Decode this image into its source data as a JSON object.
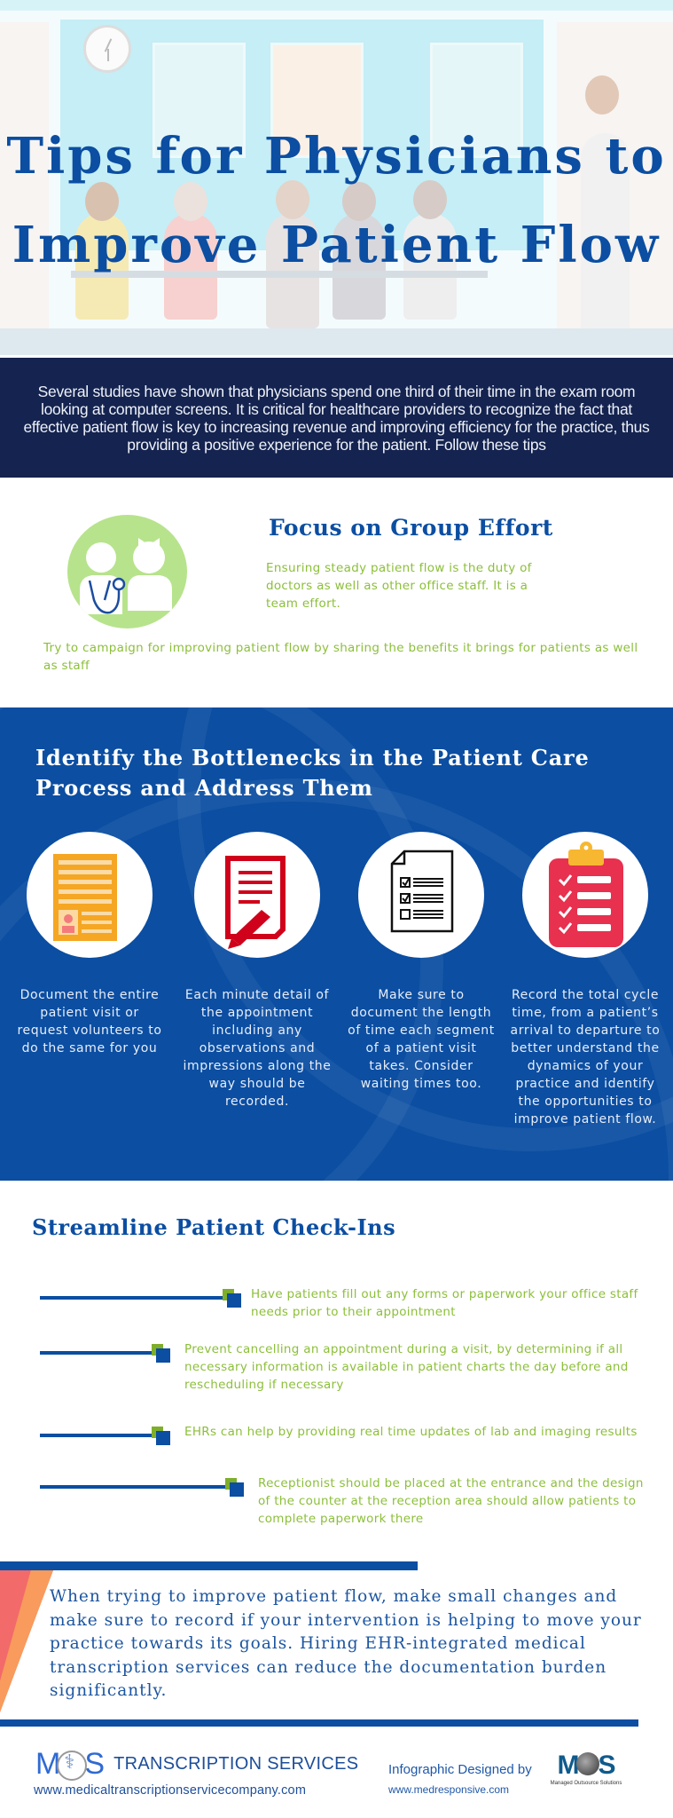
{
  "hero": {
    "title_line1": "Tips for Physicians to",
    "title_line2": "Improve Patient Flow"
  },
  "intro": {
    "text": "Several studies have shown that physicians spend one third of their time in the exam room looking at computer screens. It is critical for healthcare providers to recognize the fact that effective patient flow is key to increasing revenue and improving efficiency for the practice, thus providing a positive experience for the patient. Follow these tips"
  },
  "group_effort": {
    "icon": "doctor-patient-stethoscope-icon",
    "title": "Focus on Group Effort",
    "description": "Ensuring steady patient flow is the duty of doctors as well as other office staff. It is a team effort.",
    "campaign": "Try to campaign for improving patient flow by sharing the benefits it brings for patients as well as staff"
  },
  "bottlenecks": {
    "title": "Identify the Bottlenecks in the Patient Care Process and Address Them",
    "items": [
      {
        "icon": "patient-record-document-icon",
        "text": "Document the entire patient visit or request volunteers to do the same for you"
      },
      {
        "icon": "document-pencil-icon",
        "text": "Each minute detail of the appointment including any observations and impressions along the way should be recorded."
      },
      {
        "icon": "checklist-document-icon",
        "text": "Make sure to document the length of time each segment of a patient visit takes. Consider waiting times too."
      },
      {
        "icon": "clipboard-checklist-icon",
        "text": "Record the total cycle time, from a patient’s arrival to departure to better understand the dynamics of your practice and identify the opportunities to improve patient flow."
      }
    ]
  },
  "streamline": {
    "title": "Streamline Patient Check-Ins",
    "items": [
      {
        "text": "Have patients fill out any forms or paperwork your office staff needs prior to their appointment"
      },
      {
        "text": "Prevent cancelling an appointment during a visit, by determining if all necessary information is available in patient charts the day before and rescheduling if necessary"
      },
      {
        "text": "EHRs can help by providing real time updates of lab and imaging results"
      },
      {
        "text": "Receptionist should be placed at the entrance and the design of the counter at the reception area should allow patients to complete paperwork there"
      }
    ]
  },
  "conclusion": {
    "text": "When trying to improve patient flow, make small changes and make sure to record if your intervention is helping to move your practice towards its goals. Hiring EHR-integrated medical transcription services can reduce the documentation burden significantly."
  },
  "footer": {
    "mts_logo_m": "M",
    "mts_logo_s": "S",
    "mts_name": "TRANSCRIPTION SERVICES",
    "mts_url": "www.medicaltranscriptionservicecompany.com",
    "designed_by": "Infographic Designed by",
    "designed_url": "www.medresponsive.com",
    "mos_m": "M",
    "mos_s": "S",
    "mos_tagline": "Managed Outsource Solutions"
  },
  "colors": {
    "primary_blue": "#0b4ea2",
    "navy": "#14234f",
    "green_text": "#8cbf3a",
    "green_circle": "#b7e38c",
    "accent_red": "#f26a6a",
    "accent_orange": "#f89b5c"
  }
}
